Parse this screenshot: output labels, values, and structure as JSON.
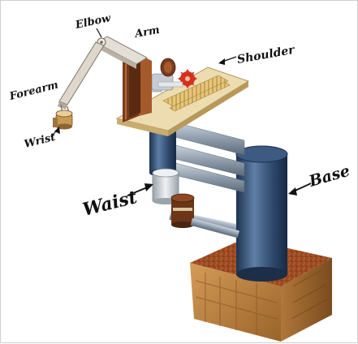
{
  "labels": {
    "elbow": "Elbow",
    "arm": "Arm",
    "shoulder": "Shoulder",
    "forearm": "Forearm",
    "wrist": "Wrist",
    "waist": "Waist",
    "base": "Base"
  },
  "colors": {
    "pillar_blue": "#2f4a6e",
    "pillar_highlight": "#6f8db4",
    "wood_block": "#b77a3a",
    "speckled_top": "#9c4a22",
    "rod_gray": "#8e9cab",
    "arm_link": "#d9d4cc",
    "arm_plate": "#7a3b1c",
    "shoulder_platform": "#e8d3a0",
    "gear_red": "#d43020",
    "motor_brown": "#6b3516",
    "label_text": "#111111"
  }
}
